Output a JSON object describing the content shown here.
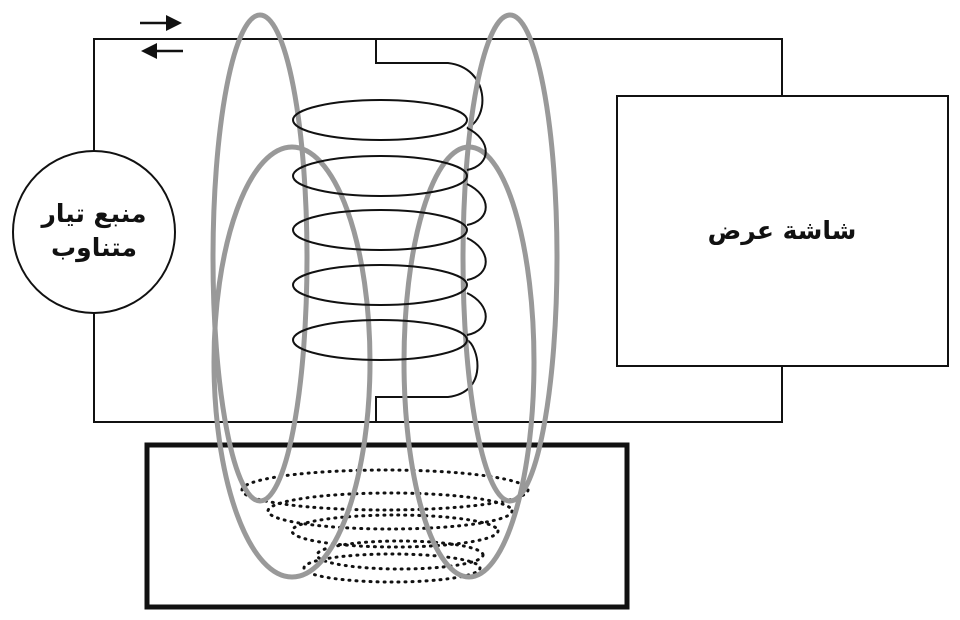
{
  "source": {
    "line1": "منبع تيار",
    "line2": "متناوب"
  },
  "display": {
    "label": "شاشة عرض"
  },
  "colors": {
    "ink": "#111111",
    "field_lines": "#999999",
    "background": "#ffffff"
  }
}
